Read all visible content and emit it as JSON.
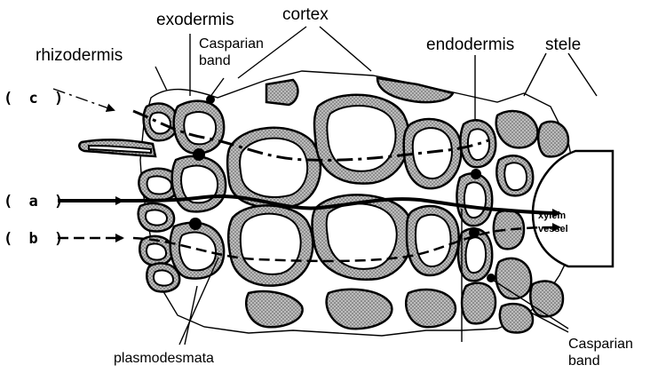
{
  "labels": {
    "rhizodermis": "rhizodermis",
    "exodermis": "exodermis",
    "casparian_band_top": "Casparian band",
    "cortex": "cortex",
    "endodermis": "endodermis",
    "stele": "stele",
    "xylem_vessel": "xylem vessel",
    "plasmodesmata": "plasmodesmata",
    "casparian_band_bottom": "Casparian band"
  },
  "pathways": [
    {
      "id": "c",
      "label": "( c )",
      "style": "dash-dot"
    },
    {
      "id": "a",
      "label": "( a )",
      "style": "solid"
    },
    {
      "id": "b",
      "label": "( b )",
      "style": "dashed"
    }
  ]
}
